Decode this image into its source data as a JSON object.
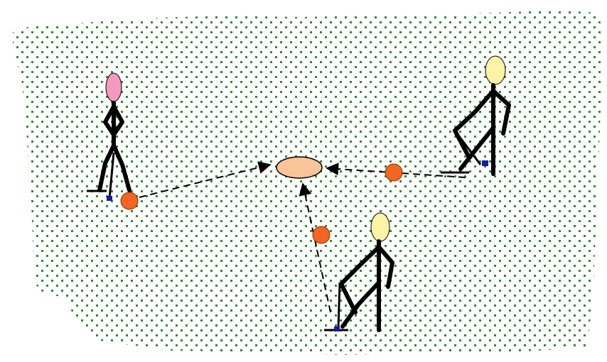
{
  "colors": {
    "background": "#ffffff",
    "field_dot": "#2e8b2e",
    "figure_outline": "#000000",
    "head_pink": "#f49ac1",
    "head_yellow": "#fbf3a6",
    "ball": "#f26522",
    "ball_outline": "#8b3000",
    "target_ring": "#f9c49a",
    "target_outline": "#000000",
    "stick_tip": "#1a1aa6",
    "path_line": "#000000"
  },
  "field": {
    "pattern": "dotted-grass"
  },
  "figures": [
    {
      "name": "player-left",
      "head_color": "pink",
      "pose": "standing"
    },
    {
      "name": "player-right",
      "head_color": "yellow",
      "pose": "leaning-left"
    },
    {
      "name": "player-bottom",
      "head_color": "yellow",
      "pose": "leaning-left"
    }
  ],
  "balls": [
    {
      "name": "ball-left"
    },
    {
      "name": "ball-right"
    },
    {
      "name": "ball-bottom"
    }
  ],
  "target": {
    "shape": "ellipse"
  },
  "paths": [
    {
      "from": "ball-left",
      "to": "target",
      "style": "dashed-arrow"
    },
    {
      "from": "ball-right",
      "to": "target",
      "style": "dashed-arrow"
    },
    {
      "from": "ball-bottom",
      "to": "target",
      "style": "dashed-arrow"
    }
  ]
}
